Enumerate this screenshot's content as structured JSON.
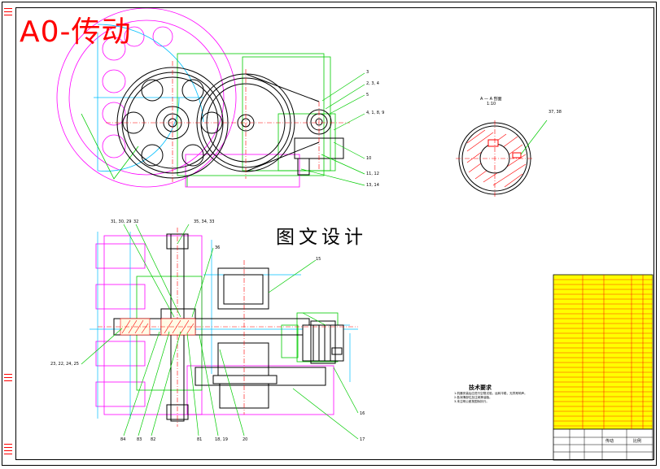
{
  "title": "A0-传动",
  "watermark": "图文设计",
  "section": {
    "label": "A — A 剖面",
    "scale": "1:10"
  },
  "notes": {
    "heading": "技术要求",
    "lines": [
      "1.机器安装后应进行空载试验，运转平稳，无异常响声。",
      "2.各润滑部位加注润滑油脂。",
      "3.未注明公差按国标执行。"
    ]
  },
  "callouts_top": [
    "3",
    "2, 3, 4",
    "5",
    "4, 1, 8, 9",
    "10",
    "11, 12",
    "13, 14"
  ],
  "callout_section": "37, 38",
  "callouts_bottom_top": [
    "31, 30, 29",
    "32",
    "35, 34, 33",
    "36"
  ],
  "callouts_bottom_side": [
    "15",
    "23, 22, 24, 25",
    "16",
    "17"
  ],
  "callouts_bottom_row": [
    "84",
    "83",
    "82",
    "81",
    "18, 19",
    "20"
  ],
  "title_block": {
    "drawing_name": "传动",
    "scale_label": "比例"
  },
  "colors": {
    "title": "#ff0000",
    "outline": "#000000",
    "centerline": "#ff0000",
    "construction": "#00cc00",
    "dimension": "#00bfff",
    "pattern": "#ff00ff",
    "table_fill": "#ffff00",
    "table_text": "#ff0000"
  }
}
